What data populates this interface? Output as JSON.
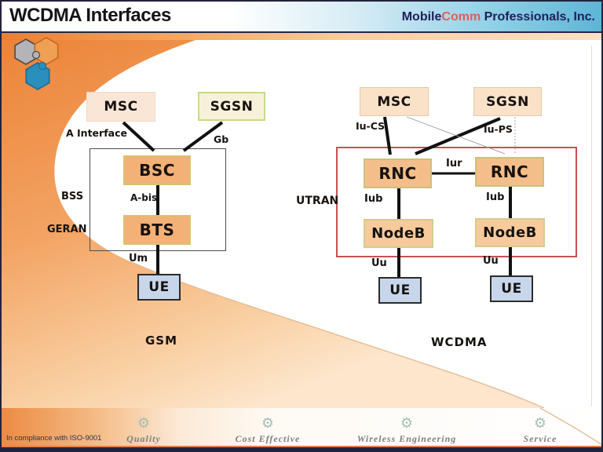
{
  "header": {
    "title": "WCDMA Interfaces",
    "brand_part1": "Mobile",
    "brand_part2": "Comm",
    "brand_part3": " Professionals, Inc."
  },
  "gsm": {
    "msc": "MSC",
    "sgsn": "SGSN",
    "bsc": "BSC",
    "bts": "BTS",
    "ue": "UE",
    "labels": {
      "a_interface": "A Interface",
      "gb": "Gb",
      "abis": "A-bis",
      "um": "Um",
      "bss": "BSS",
      "geran": "GERAN",
      "caption": "GSM"
    }
  },
  "wcdma": {
    "msc": "MSC",
    "sgsn": "SGSN",
    "rnc1": "RNC",
    "rnc2": "RNC",
    "nodeb1": "NodeB",
    "nodeb2": "NodeB",
    "ue1": "UE",
    "ue2": "UE",
    "labels": {
      "iucs": "Iu-CS",
      "iups": "Iu-PS",
      "iur": "Iur",
      "iub1": "Iub",
      "iub2": "Iub",
      "uu1": "Uu",
      "uu2": "Uu",
      "utran": "UTRAN",
      "caption": "WCDMA"
    }
  },
  "footer": {
    "compliance": "In compliance with ISO-9001",
    "gear_glyph": "⚙",
    "items": [
      {
        "label": "Quality"
      },
      {
        "label": "Cost Effective"
      },
      {
        "label": "Wireless Engineering"
      },
      {
        "label": "Service"
      }
    ]
  },
  "colors": {
    "accent_orange": "#ec8a42",
    "header_blue": "#5db4d6",
    "brand_red": "#e05f58",
    "utran_box_red": "#c8504f",
    "node_box_fill": "#f4be8b",
    "ue_box_fill": "#c7d6eb",
    "sgsn_border_green": "#c8d98c",
    "navy_bar": "#1f2440"
  }
}
